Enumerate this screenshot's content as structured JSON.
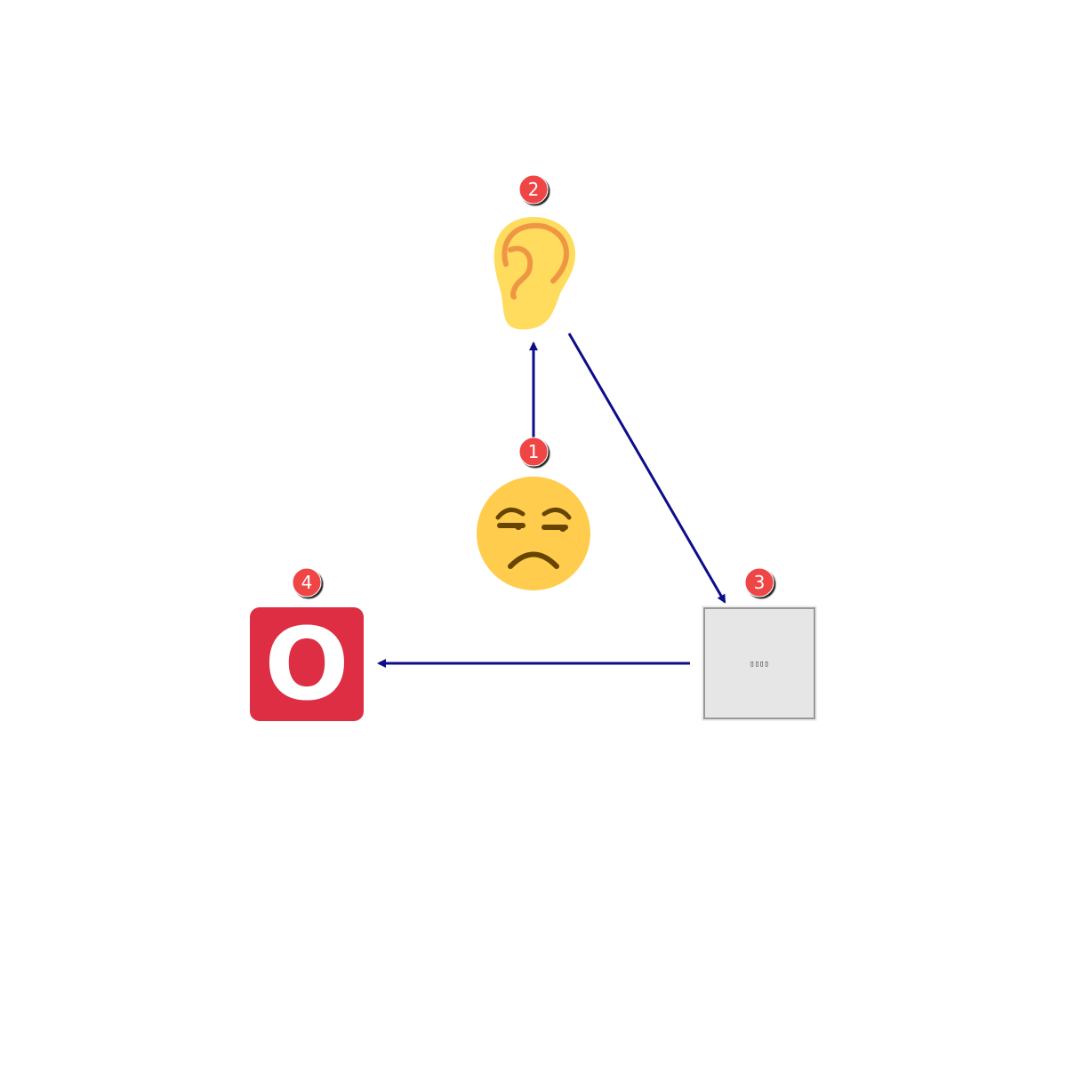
{
  "nodes": [
    {
      "id": "unamused-face",
      "step": "1",
      "icon": "unamused-face-icon"
    },
    {
      "id": "ear",
      "step": "2",
      "icon": "ear-icon"
    },
    {
      "id": "unknown-glyph",
      "step": "3",
      "icon": "missing-glyph-icon",
      "glyph_text": "▯▯▯▯"
    },
    {
      "id": "o-button",
      "step": "4",
      "icon": "o-button-icon",
      "letter": "O"
    }
  ],
  "edges": [
    {
      "from": "unamused-face",
      "to": "ear"
    },
    {
      "from": "ear",
      "to": "unknown-glyph"
    },
    {
      "from": "unknown-glyph",
      "to": "o-button"
    }
  ],
  "colors": {
    "arrow": "#0d0d8c",
    "badge": "#ef4444",
    "face": "#ffcc4d",
    "face_features": "#664500",
    "ear_fill": "#ffdc5d",
    "ear_line": "#ef9645",
    "o_button": "#dd2e44",
    "glyph_box": "#e6e6e6"
  }
}
